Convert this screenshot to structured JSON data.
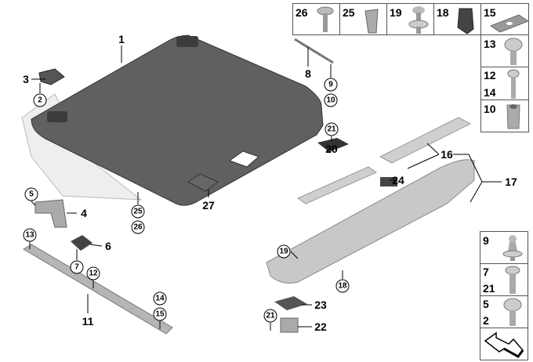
{
  "callouts": {
    "c1": "1",
    "c3": "3",
    "c2": "2",
    "c8": "8",
    "c9": "9",
    "c10": "10",
    "c21a": "21",
    "c20": "20",
    "c16": "16",
    "c17": "17",
    "c24": "24",
    "c27": "27",
    "c25": "25",
    "c26": "26",
    "c5": "5",
    "c4": "4",
    "c6": "6",
    "c7": "7",
    "c12": "12",
    "c13": "13",
    "c11": "11",
    "c14": "14",
    "c15": "15",
    "c19": "19",
    "c18": "18",
    "c23": "23",
    "c21b": "21",
    "c22": "22"
  },
  "parts_grid": {
    "top_row": [
      "26",
      "25",
      "19",
      "18",
      "15"
    ],
    "right_col": [
      [
        "13"
      ],
      [
        "12",
        "14"
      ],
      [
        "10"
      ]
    ],
    "bottom_right": [
      [
        "9"
      ],
      [
        "7",
        "21"
      ],
      [
        "5",
        "2"
      ]
    ]
  },
  "icons": [
    "screw",
    "expansion-clip",
    "push-rivet",
    "clip-nut",
    "washer-plate",
    "torx-bolt",
    "rivet-nut",
    "ball-stud",
    "direction-arrow"
  ],
  "colors": {
    "panel": "#5f5f5f",
    "part_gray": "#b8b8b8",
    "trim": "#cfcfcf"
  }
}
